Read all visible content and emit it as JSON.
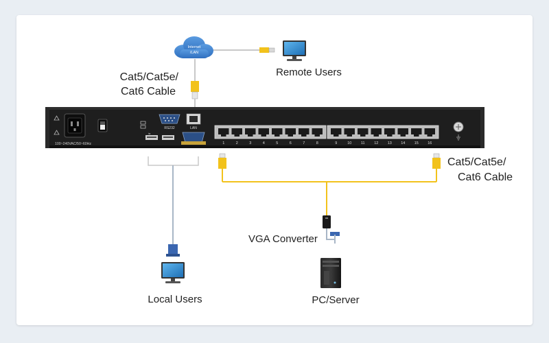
{
  "cloud": {
    "line1": "Internet",
    "line2": "/LAN"
  },
  "labels": {
    "remote_users": "Remote Users",
    "top_cable_line1": "Cat5/Cat5e/",
    "top_cable_line2": "Cat6 Cable",
    "right_cable_line1": "Cat5/Cat5e/",
    "right_cable_line2": "Cat6 Cable",
    "vga_converter": "VGA Converter",
    "local_users": "Local Users",
    "pc_server": "PC/Server"
  },
  "device": {
    "power_text": "100~240VAC/50~60Hz",
    "rs232_label": "RS232",
    "lan_label": "LAN",
    "port_numbers": [
      "1",
      "2",
      "3",
      "4",
      "5",
      "6",
      "7",
      "8",
      "9",
      "10",
      "11",
      "12",
      "13",
      "14",
      "15",
      "16"
    ]
  },
  "colors": {
    "cable_yellow": "#f2c21b",
    "cable_blue": "#a8b6c6",
    "cloud_blue": "#3d7fd0",
    "device_body": "#1e1e1e"
  }
}
